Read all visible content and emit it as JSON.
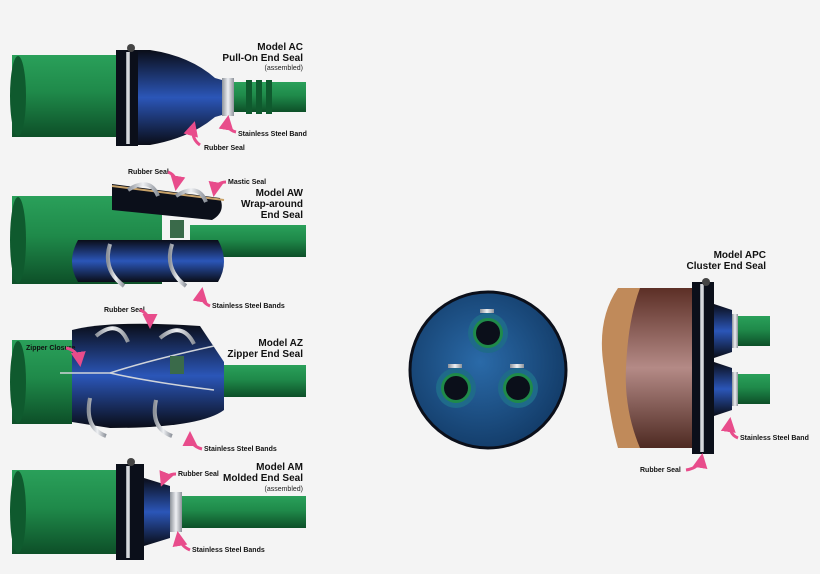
{
  "models": {
    "ac": {
      "title_1": "Model AC",
      "title_2": "Pull-On End Seal",
      "note": "(assembled)",
      "label_band": "Stainless Steel Band",
      "label_seal": "Rubber Seal"
    },
    "aw": {
      "title_1": "Model AW",
      "title_2": "Wrap-around",
      "title_3": "End Seal",
      "label_rubber": "Rubber Seal",
      "label_mastic": "Mastic Seal",
      "label_bands": "Stainless Steel Bands"
    },
    "az": {
      "title_1": "Model AZ",
      "title_2": "Zipper End Seal",
      "label_zipper": "Zipper Closure",
      "label_rubber": "Rubber Seal",
      "label_bands": "Stainless Steel Bands"
    },
    "am": {
      "title_1": "Model AM",
      "title_2": "Molded End Seal",
      "note": "(assembled)",
      "label_rubber": "Rubber Seal",
      "label_bands": "Stainless Steel Bands"
    },
    "apc": {
      "title_1": "Model APC",
      "title_2": "Cluster End Seal",
      "label_band": "Stainless Steel Band",
      "label_rubber": "Rubber Seal"
    }
  },
  "colors": {
    "pipe_green": "#1f8a4a",
    "pipe_dark": "#0f5a2e",
    "seal_blue": "#1c3f8f",
    "seal_black": "#0b0f1a",
    "arrow": "#e84c8b",
    "steel": "#b8bcc4",
    "copper": "#7a4a3a",
    "disc_blue": "#1f4f8a"
  }
}
